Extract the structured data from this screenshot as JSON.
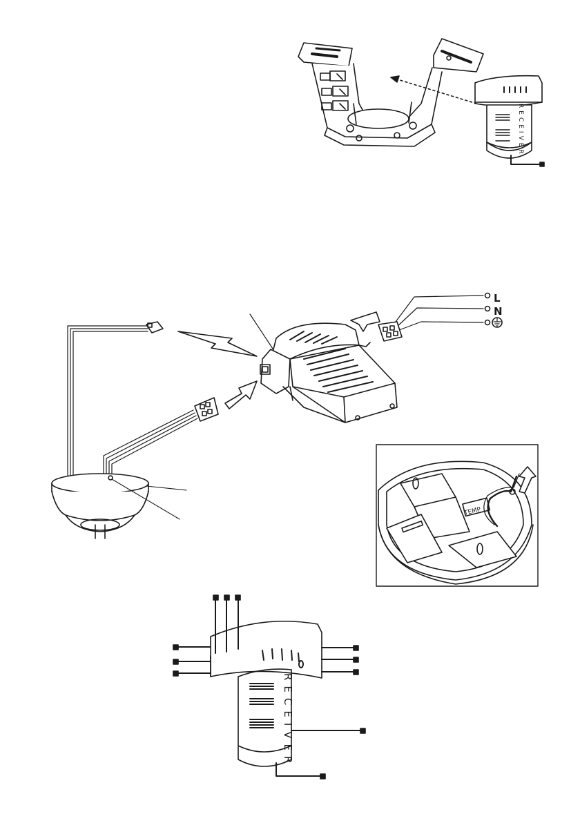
{
  "receiver_label": "RECEIVER",
  "wire_labels": {
    "live": "L",
    "neutral": "N"
  },
  "icons": {
    "ground": "ground-icon"
  },
  "temp_label": "TEMP",
  "colors": {
    "ink": "#1a1a1a",
    "paper": "#ffffff",
    "shade": "#d9d9d9"
  }
}
